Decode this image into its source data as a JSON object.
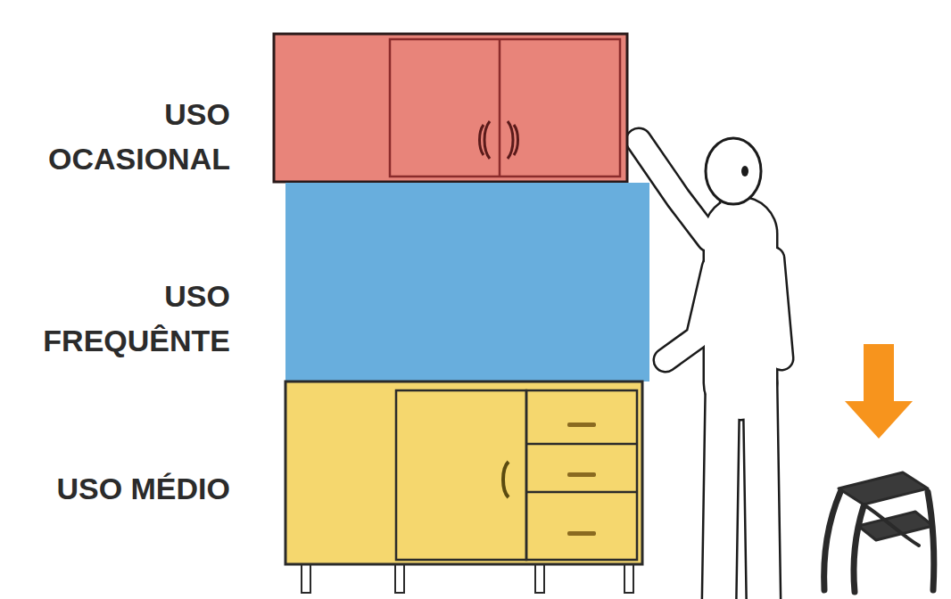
{
  "diagram": {
    "nodes": [
      {
        "text": [
          "USO OCASIONAL"
        ]
      },
      {
        "text": [
          "USO FREQUÊNTE"
        ]
      },
      {
        "text": [
          "USO MÉDIO"
        ]
      }
    ]
  }
}
